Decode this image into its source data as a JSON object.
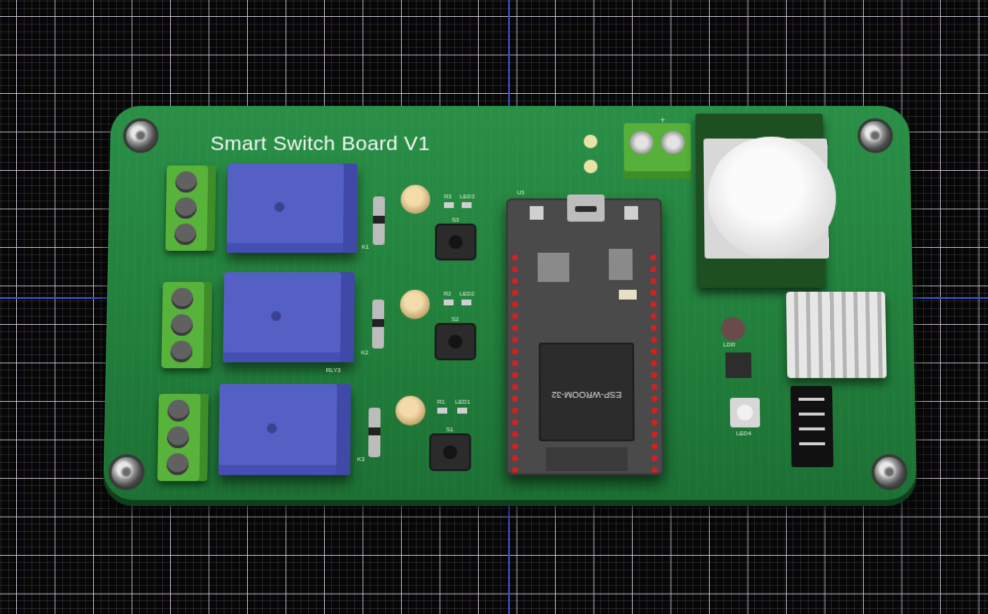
{
  "board": {
    "title": "Smart Switch Board V1",
    "module_label": "ESP-WROOM-32",
    "silkscreen": {
      "k1": "K1",
      "k2": "K2",
      "k3": "K3",
      "s1": "S1",
      "s2": "S2",
      "s3": "S3",
      "led1": "LED1",
      "led2": "LED2",
      "led3": "LED3",
      "led4": "LED4",
      "r1": "R1",
      "r2": "R2",
      "r3": "R3",
      "u3": "U3",
      "ldr": "LDR",
      "rly3": "RLY3",
      "plus": "+"
    }
  },
  "colors": {
    "pcb": "#22803c",
    "relay": "#5560c4",
    "terminal": "#58b33a",
    "pin": "#d62020",
    "axis": "#3b4cc8"
  }
}
